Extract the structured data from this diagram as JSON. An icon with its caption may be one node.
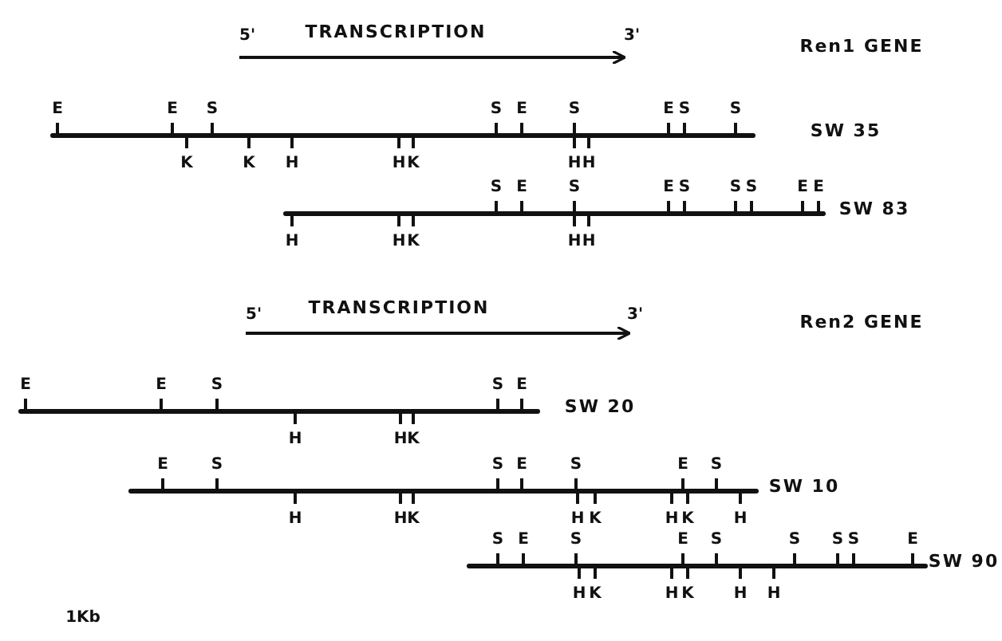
{
  "diagram": {
    "labels": [
      "5'",
      "TRANSCRIPTION",
      "3'",
      "Ren1 GENE",
      "E",
      "E",
      "S",
      "S",
      "E",
      "S",
      "E",
      "S",
      "S",
      "SW 35",
      "K",
      "K",
      "H",
      "H",
      "K",
      "H",
      "H",
      "S",
      "E",
      "S",
      "E",
      "S",
      "S",
      "S",
      "E",
      "E",
      "SW 83",
      "H",
      "H",
      "K",
      "H",
      "H",
      "5'",
      "TRANSCRIPTION",
      "3'",
      "Ren2 GENE",
      "E",
      "E",
      "S",
      "S",
      "E",
      "SW 20",
      "H",
      "H",
      "K",
      "E",
      "S",
      "S",
      "E",
      "S",
      "E",
      "S",
      "SW 10",
      "H",
      "H",
      "K",
      "H",
      "K",
      "H",
      "K",
      "H",
      "S",
      "E",
      "S",
      "E",
      "S",
      "S",
      "S",
      "S",
      "E",
      "SW 90",
      "H",
      "K",
      "H",
      "K",
      "H",
      "H",
      "1Kb"
    ]
  }
}
